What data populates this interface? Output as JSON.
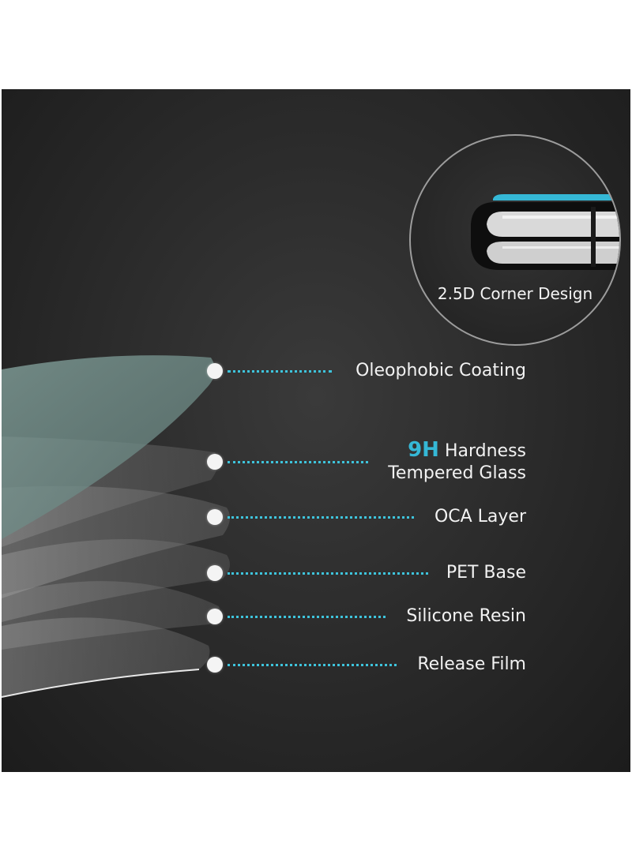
{
  "zoom_label": "2.5D Corner Design",
  "callouts": {
    "oleophobic": {
      "text": "Oleophobic Coating"
    },
    "hardness": {
      "accent": "9H",
      "line1": " Hardness",
      "line2": "Tempered Glass"
    },
    "oca": {
      "text": "OCA Layer"
    },
    "pet": {
      "text": "PET Base"
    },
    "silicone": {
      "text": "Silicone Resin"
    },
    "release": {
      "text": "Release Film"
    }
  },
  "colors": {
    "accent": "#35b8d6",
    "leader": "#3ec4dc",
    "background": "#2c2c2c"
  }
}
